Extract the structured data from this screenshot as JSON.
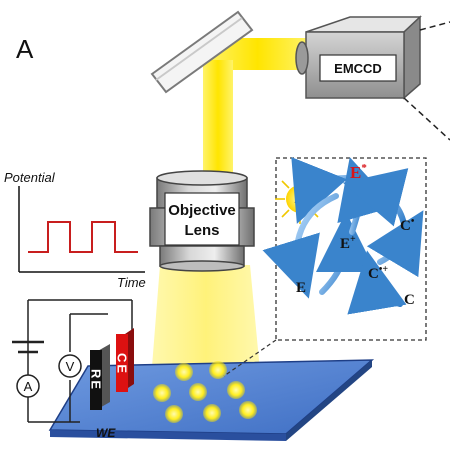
{
  "panel_label": "A",
  "camera": {
    "label": "EMCCD"
  },
  "objective": {
    "line1": "Objective",
    "line2": "Lens"
  },
  "waveform": {
    "ylabel": "Potential",
    "xlabel": "Time"
  },
  "electrodes": {
    "reference": "RE",
    "counter": "CE",
    "working": "WE",
    "voltmeter": "V",
    "ammeter": "A"
  },
  "mechanism": {
    "excited": "E",
    "excited_sup": "*",
    "light": "hv",
    "oxidized_e": "E",
    "oxidized_e_sup": "+",
    "neutral_e": "E",
    "radical": "C",
    "radical_sup": "•",
    "radical_cation": "C",
    "radical_cation_sup": "•+",
    "coreactant": "C"
  },
  "colors": {
    "light_beam": "#ffe800",
    "reference_electrode": "#111111",
    "counter_electrode": "#dd1111",
    "excited_state": "#d8141a",
    "arrow": "#4a90d0",
    "electrode_plate": "#4a7fd0"
  }
}
